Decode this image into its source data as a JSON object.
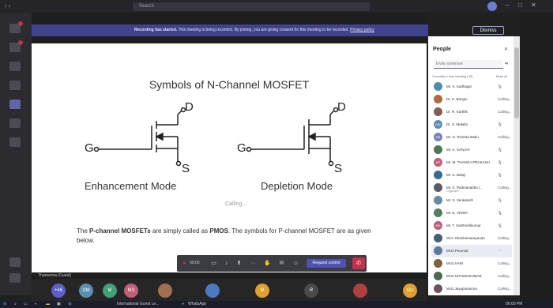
{
  "search": {
    "placeholder": "Search"
  },
  "window_controls": [
    "–",
    "□",
    "✕"
  ],
  "banner": {
    "bold": "Recording has started.",
    "text": "This meeting is being recorded. By joining, you are giving consent for this meeting to be recorded.",
    "link": "Privacy policy",
    "dismiss": "Dismiss"
  },
  "slide": {
    "title": "Symbols of N-Channel MOSFET",
    "left_mode": "Enhancement Mode",
    "right_mode": "Depletion Mode",
    "terminals": {
      "gate": "G",
      "drain": "D",
      "source": "S"
    },
    "calling_overlay": "Calling...",
    "para_pre": "The ",
    "para_bold1": "P-channel MOSFETs",
    "para_mid": " are simply called as ",
    "para_bold2": "PMOS",
    "para_post": ". The symbols for P-channel MOSFET are as given below."
  },
  "controls": {
    "timer": "00:00",
    "request_control": "Request control"
  },
  "presenter_label": "Thaneema (Guest)",
  "strip": [
    {
      "text": "+46",
      "color": "#5b5fc7"
    },
    {
      "text": "DM",
      "color": "#5a8fb0"
    },
    {
      "text": "M",
      "color": "#3fa07a"
    },
    {
      "text": "MS",
      "color": "#c25d7a"
    },
    {
      "text": "",
      "color": "#a07050"
    },
    {
      "text": "",
      "color": "#4a7ac0"
    },
    {
      "text": "M",
      "color": "#e0a030"
    },
    {
      "text": "R",
      "color": "#4a4a4a"
    },
    {
      "text": "",
      "color": "#b04040"
    },
    {
      "text": "GU",
      "color": "#e0a030"
    }
  ],
  "people": {
    "title": "People",
    "invite_placeholder": "Invite someone",
    "currently": "Currently in this meeting (43)",
    "mute_all": "Mute all",
    "list": [
      {
        "name": "Mr. V. Sudhagar",
        "status": "🎙",
        "initials": "",
        "color": "#4a8fb0"
      },
      {
        "name": "Dr. K. Bangio",
        "status": "Calling...",
        "initials": "",
        "color": "#b06a40"
      },
      {
        "name": "Dr. R. Karthik",
        "status": "Calling...",
        "initials": "",
        "color": "#806050"
      },
      {
        "name": "Dr. S. Malathi",
        "status": "🎙",
        "initials": "DM",
        "color": "#5a8fb0"
      },
      {
        "name": "Mr. G. Roshan Babu",
        "status": "Calling...",
        "initials": "RB",
        "color": "#7a7fc0"
      },
      {
        "name": "Mr. K. SANJAY",
        "status": "🎙",
        "initials": "",
        "color": "#4a7a50"
      },
      {
        "name": "Mr. M. THANGA PRAKASH",
        "status": "🎙",
        "initials": "MT",
        "color": "#c25d7a"
      },
      {
        "name": "Mr. S. Balaji",
        "status": "🎙",
        "initials": "",
        "color": "#3a6a90"
      },
      {
        "name": "Mr. S. Padmanabha (..",
        "sub": "Organizer",
        "status": "Calling...",
        "initials": "",
        "color": "#5a5a60"
      },
      {
        "name": "Mr. S. Venkatesh",
        "status": "🎙",
        "initials": "",
        "color": "#6a8aa0"
      },
      {
        "name": "Mr. E. VISWA",
        "status": "🎙",
        "initials": "",
        "color": "#508060"
      },
      {
        "name": "Mr. T. Santhoshkumar",
        "status": "🎙",
        "initials": "MS",
        "color": "#c25d7a"
      },
      {
        "name": "Mr.C.Shankarnarayanan",
        "status": "Calling...",
        "initials": "",
        "color": "#406080"
      },
      {
        "name": "Mr.D.Perumal",
        "status": "···",
        "initials": "",
        "color": "#5a7a9a"
      },
      {
        "name": "Mr.E.HARI",
        "status": "Calling...",
        "initials": "",
        "color": "#806040"
      },
      {
        "name": "Mr.E.NITHISHKUMAR",
        "status": "Calling...",
        "initials": "",
        "color": "#4a6a50"
      },
      {
        "name": "Mr.E.Jayaprasanna",
        "status": "Calling...",
        "initials": "",
        "color": "#705060"
      }
    ]
  },
  "taskbar": {
    "app1": "International Guest Le...",
    "app2": "WhatsApp",
    "clock": "06:00 PM"
  }
}
